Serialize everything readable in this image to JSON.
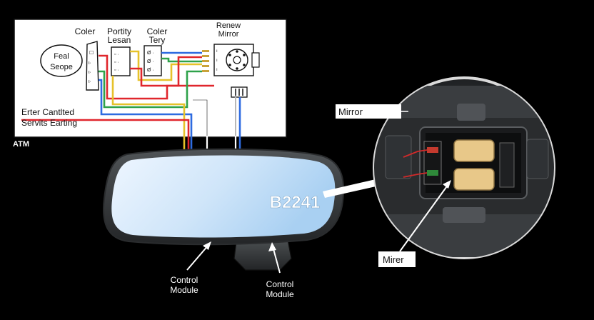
{
  "schematic": {
    "labels": {
      "coler_1": "Coler",
      "portity": "Portity",
      "lesan": "Lesan",
      "coler_2": "Coler",
      "tery": "Tery",
      "renew": "Renew",
      "mirror_top": "Mirror",
      "feal": "Feal",
      "seope": "Seope",
      "erter": "Erter Cantlted",
      "servits": "Servits Earting"
    },
    "atm_label": "ATM"
  },
  "mirror": {
    "code": "B2241",
    "control_module_1": {
      "line1": "Control",
      "line2": "Module"
    },
    "control_module_2": {
      "line1": "Control",
      "line2": "Module"
    }
  },
  "inset": {
    "mirror_label": "Mirror",
    "mirer_label": "Mirer"
  },
  "colors": {
    "background": "#000000",
    "wire_red": "#e0262c",
    "wire_yellow": "#e6c22a",
    "wire_green": "#2fa24a",
    "wire_blue": "#2e6be0",
    "wire_white": "#ffffff",
    "mirror_glass": "#bcdcf6",
    "code_text": "#ffffff"
  }
}
